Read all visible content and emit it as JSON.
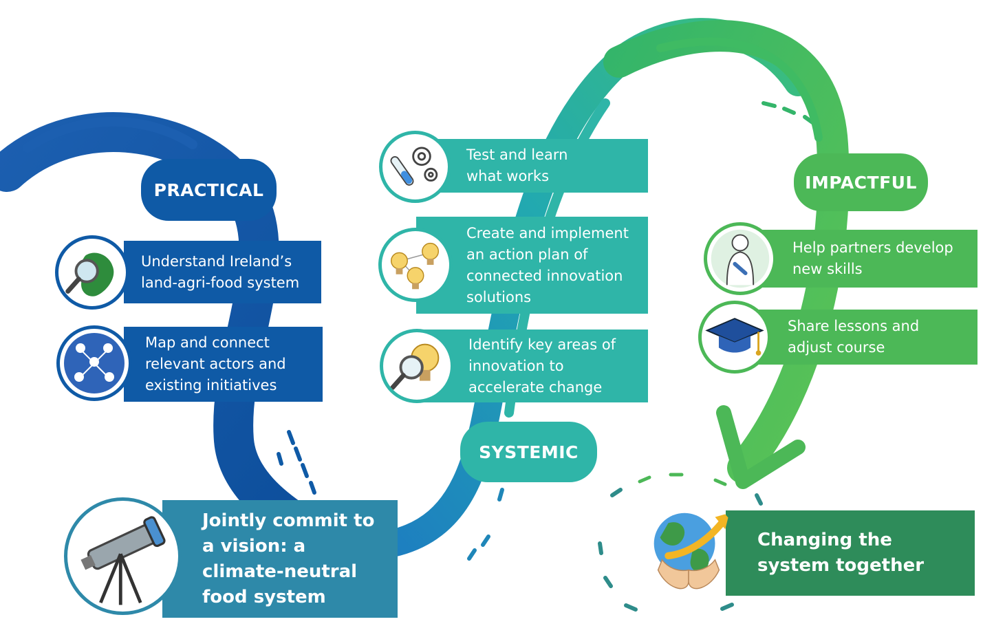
{
  "phases": {
    "practical": "PRACTICAL",
    "systemic": "SYSTEMIC",
    "impactful": "IMPACTFUL"
  },
  "steps": {
    "understand": "Understand Ireland’s land-agri-food system",
    "map": "Map and connect relevant actors and existing initiatives",
    "vision": "Jointly commit to a vision: a climate-neutral food system",
    "identify": "Identify key areas of innovation to accelerate change",
    "create": "Create and implement an action plan of connected innovation solutions",
    "test": "Test and learn what works",
    "help": "Help partners develop new skills",
    "share": "Share lessons and adjust course",
    "changing": "Changing the system together"
  },
  "colors": {
    "practical": "#0f5aa6",
    "vision": "#2e89a9",
    "systemic": "#2fb5a8",
    "impactful": "#4cb857",
    "changing": "#2e8c5a"
  },
  "icons": {
    "understand": "ireland-map-magnifier-icon",
    "map": "connected-people-network-icon",
    "vision": "telescope-icon",
    "identify": "lightbulb-magnifier-icon",
    "create": "connected-lightbulbs-icon",
    "test": "gears-test-tube-icon",
    "help": "person-wrench-icon",
    "share": "graduation-cap-icon",
    "changing": "globe-hands-arrow-icon"
  }
}
